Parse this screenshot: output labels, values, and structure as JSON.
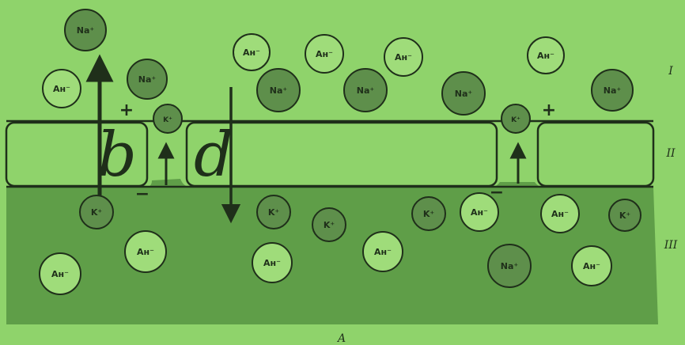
{
  "colors": {
    "background": "#8fd36b",
    "interior": "#5f9e48",
    "line": "#1f2f1a",
    "ion_dark": "#5e8f4b",
    "ion_light": "#9fdc7a"
  },
  "layers": {
    "outside": "I",
    "membrane": "II",
    "inside": "III"
  },
  "caption": "А",
  "channels": {
    "left": {
      "letter": "b",
      "plus": "+",
      "minus": "−"
    },
    "middle": {
      "letter": "d"
    },
    "right": {
      "plus": "+",
      "minus": "−"
    }
  },
  "ions": {
    "outside": [
      {
        "label": "Na⁺",
        "kind": "dark"
      },
      {
        "label": "Ан⁻",
        "kind": "light"
      },
      {
        "label": "Na⁺",
        "kind": "dark"
      },
      {
        "label": "Ан⁻",
        "kind": "light"
      },
      {
        "label": "Ан⁻",
        "kind": "light"
      },
      {
        "label": "Ан⁻",
        "kind": "light"
      },
      {
        "label": "Na⁺",
        "kind": "dark"
      },
      {
        "label": "Na⁺",
        "kind": "dark"
      },
      {
        "label": "Na⁺",
        "kind": "dark"
      },
      {
        "label": "Ан⁻",
        "kind": "light"
      },
      {
        "label": "Na⁺",
        "kind": "dark"
      }
    ],
    "in_channels": [
      {
        "label": "K⁺",
        "kind": "dark"
      },
      {
        "label": "K⁺",
        "kind": "dark"
      }
    ],
    "inside": [
      {
        "label": "K⁺",
        "kind": "dark"
      },
      {
        "label": "K⁺",
        "kind": "dark"
      },
      {
        "label": "K⁺",
        "kind": "dark"
      },
      {
        "label": "K⁺",
        "kind": "dark"
      },
      {
        "label": "K⁺",
        "kind": "dark"
      },
      {
        "label": "Ан⁻",
        "kind": "light"
      },
      {
        "label": "Ан⁻",
        "kind": "light"
      },
      {
        "label": "Ан⁻",
        "kind": "light"
      },
      {
        "label": "Ан⁻",
        "kind": "light"
      },
      {
        "label": "Ан⁻",
        "kind": "light"
      },
      {
        "label": "Ан⁻",
        "kind": "light"
      },
      {
        "label": "Ан⁻",
        "kind": "light"
      },
      {
        "label": "Na⁺",
        "kind": "dark"
      }
    ]
  }
}
